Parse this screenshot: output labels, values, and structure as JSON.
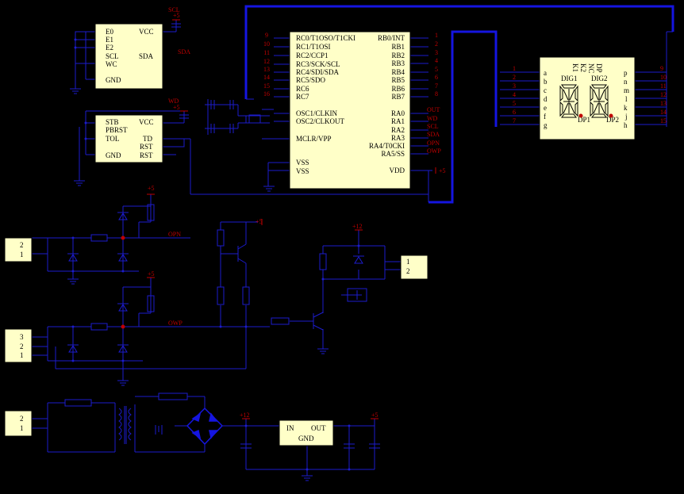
{
  "colors": {
    "background": "#000000",
    "wire": "#1c1ccc",
    "bus": "#1515e0",
    "chip_fill": "#ffffc8",
    "pin_label": "#c00000",
    "net_label": "#c00000",
    "junction": "#c00000",
    "chip_text": "#000000"
  },
  "eeprom": {
    "left_pins": [
      "E0",
      "E1",
      "E2",
      "SCL",
      "WC",
      "GND"
    ],
    "right_pins": [
      "VCC",
      "SDA"
    ],
    "net_scl": "SCL",
    "net_sda": "SDA",
    "supply": "+5"
  },
  "watchdog": {
    "left_pins": [
      "STB",
      "PBRST",
      "TOL",
      "GND"
    ],
    "right_pins": [
      "VCC",
      "TD",
      "RST",
      "RST"
    ],
    "net_wd": "WD",
    "supply": "+5"
  },
  "mcu": {
    "left_pins": [
      "RC0/T1OSO/T1CKI",
      "RC1/T1OSI",
      "RC2/CCP1",
      "RC3/SCK/SCL",
      "RC4/SDI/SDA",
      "RC5/SDO",
      "RC6",
      "RC7",
      "OSC1/CLKIN",
      "OSC2/CLKOUT",
      "MCLR/VPP",
      "VSS",
      "VSS"
    ],
    "right_pins": [
      "RB0/INT",
      "RB1",
      "RB2",
      "RB3",
      "RB4",
      "RB5",
      "RB6",
      "RB7",
      "RA0",
      "RA1",
      "RA2",
      "RA3",
      "RA4/T0CKI",
      "RA5/SS",
      "VDD"
    ],
    "left_pin_numbers": [
      "9",
      "10",
      "11",
      "12",
      "13",
      "14",
      "15",
      "16"
    ],
    "right_pin_numbers": [
      "1",
      "2",
      "3",
      "4",
      "5",
      "6",
      "7",
      "8"
    ],
    "right_nets": [
      "OUT",
      "WD",
      "SCL",
      "SDA",
      "OPN",
      "OWP"
    ],
    "supply": "+5"
  },
  "display": {
    "left_letters": [
      "a",
      "b",
      "c",
      "d",
      "e",
      "f",
      "g"
    ],
    "right_letters": [
      "p",
      "n",
      "m",
      "l",
      "k",
      "j",
      "h"
    ],
    "left_pin_numbers": [
      "1",
      "2",
      "3",
      "4",
      "5",
      "6",
      "7"
    ],
    "right_pin_numbers": [
      "9",
      "10",
      "11",
      "12",
      "13",
      "14",
      "15"
    ],
    "top_labels": [
      "K1",
      "K2",
      "NC",
      "DP"
    ],
    "digit_labels": [
      "DIG1",
      "DIG2"
    ],
    "dp_labels": [
      "DP1",
      "DP2"
    ]
  },
  "connectors": [
    {
      "pins": [
        "2",
        "1"
      ]
    },
    {
      "pins": [
        "3",
        "2",
        "1"
      ]
    },
    {
      "pins": [
        "2",
        "1"
      ]
    },
    {
      "pins": [
        "1",
        "2"
      ]
    }
  ],
  "regulator": {
    "in": "IN",
    "out": "OUT",
    "gnd": "GND",
    "in_supply": "+12",
    "out_supply": "+5"
  },
  "nets": {
    "opn": "OPN",
    "owp": "OWP",
    "plus5": "+5",
    "plus12": "+12",
    "wd_cap": "WD",
    "supply_cap": "+5"
  }
}
